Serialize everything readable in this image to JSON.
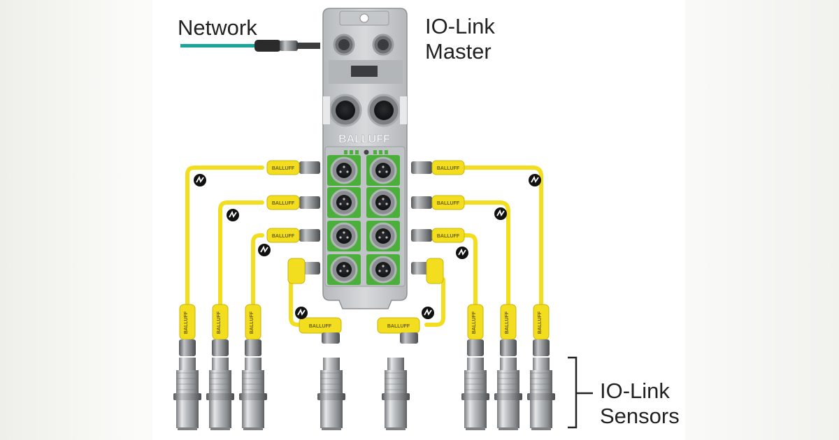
{
  "labels": {
    "network": "Network",
    "master_line1": "IO-Link",
    "master_line2": "Master",
    "sensors_line1": "IO-Link",
    "sensors_line2": "Sensors",
    "device_brand": "BALLUFF",
    "connector_brand": "BALLUFF"
  },
  "colors": {
    "network_cable": "#1aa69a",
    "sensor_cable": "#f2de1e",
    "port_green": "#4caf3c",
    "device_body": "#c9cccf",
    "bracket": "#222222"
  },
  "diagram": {
    "sensor_count": 8,
    "port_count": 8,
    "icon": "io-link-icon"
  }
}
